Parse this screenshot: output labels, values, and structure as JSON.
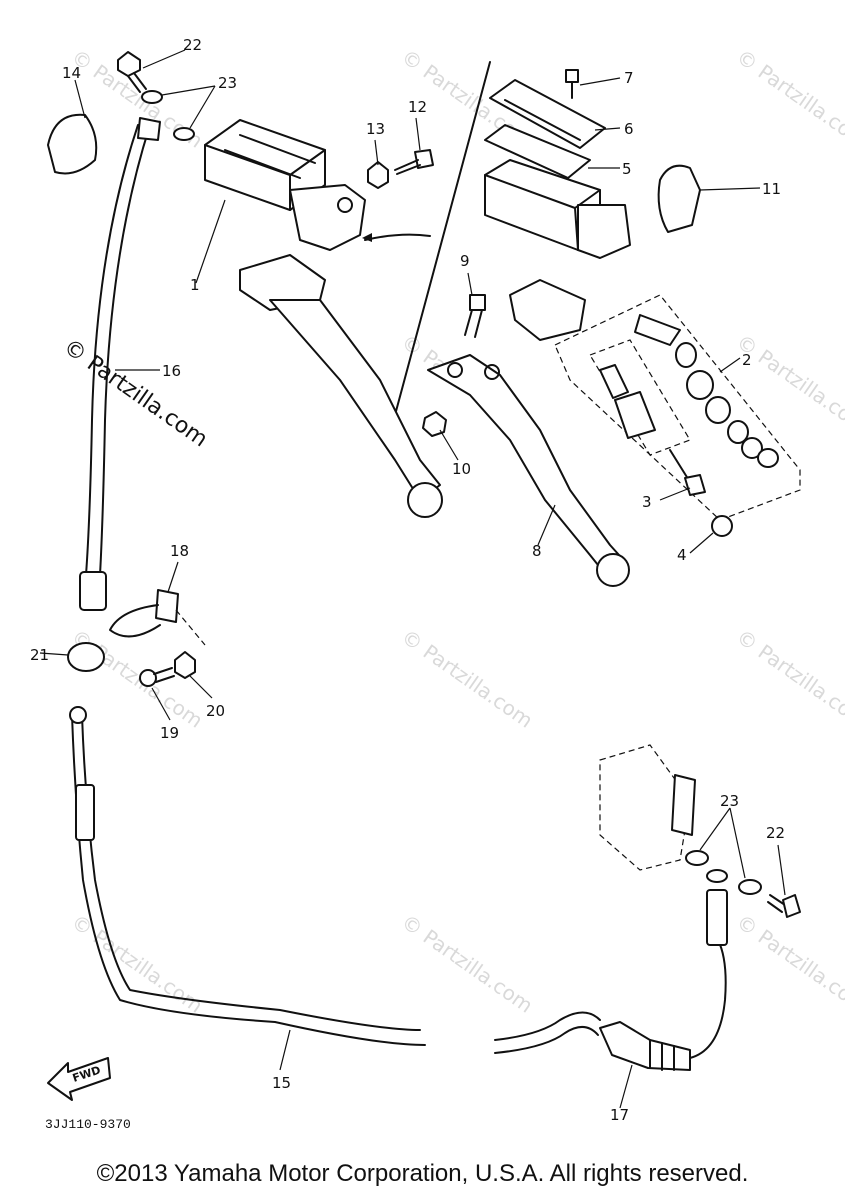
{
  "callouts": [
    "1",
    "2",
    "3",
    "4",
    "5",
    "6",
    "7",
    "8",
    "9",
    "10",
    "11",
    "12",
    "13",
    "14",
    "15",
    "16",
    "17",
    "18",
    "19",
    "20",
    "21",
    "22",
    "22",
    "23",
    "23"
  ],
  "watermark": "© Partzilla.com",
  "fwd_label": "FWD",
  "diagram_code": "3JJ110-9370",
  "copyright": "©2013 Yamaha Motor Corporation, U.S.A. All rights reserved."
}
